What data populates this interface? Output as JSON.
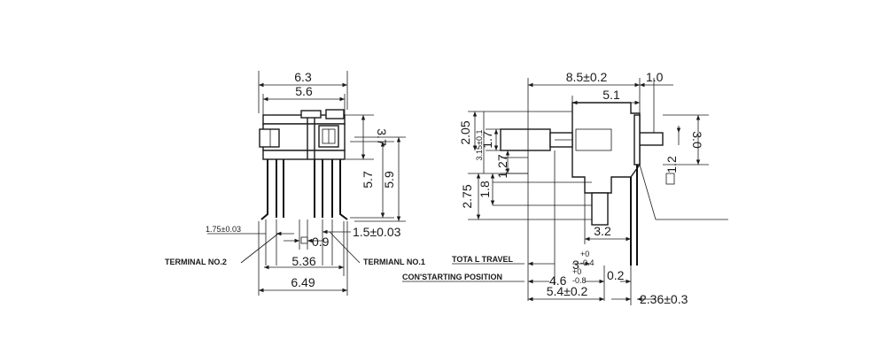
{
  "front_view": {
    "dim_6_3": "6.3",
    "dim_5_6": "5.6",
    "dim_3_7": "3.7",
    "dim_5_7": "5.7",
    "dim_5_9": "5.9",
    "dim_1_75": "1.75±0.03",
    "dim_0_9": "0.9",
    "dim_1_5": "1.5±0.03",
    "dim_5_36": "5.36",
    "dim_6_49": "6.49",
    "terminal_2": "TERMINAL NO.2",
    "terminal_1": "TERMIANL NO.1"
  },
  "side_view": {
    "dim_8_5": "8.5±0.2",
    "dim_1_0": "1.0",
    "dim_5_1": "5.1",
    "dim_2_05": "2.05",
    "dim_1_7": "1.7",
    "dim_3_15": "3.15±0.1",
    "dim_1_27": "1.27",
    "dim_3_0": "3.0",
    "dim_1_2": "1.2",
    "dim_1_8": "1.8",
    "dim_2_75": "2.75",
    "dim_3_2": "3.2",
    "total_travel_label": "TOTA L TRAVEL",
    "total_travel_value": "3",
    "total_travel_tol_upper": "+0",
    "total_travel_tol_lower": "-0.4",
    "starting_label": "CON'STARTING POSITION",
    "starting_value": "4.6",
    "starting_tol_upper": "+0",
    "starting_tol_lower": "-0.8",
    "dim_0_2": "0.2",
    "dim_5_4": "5.4±0.2",
    "dim_2_36": "2.36±0.3"
  }
}
